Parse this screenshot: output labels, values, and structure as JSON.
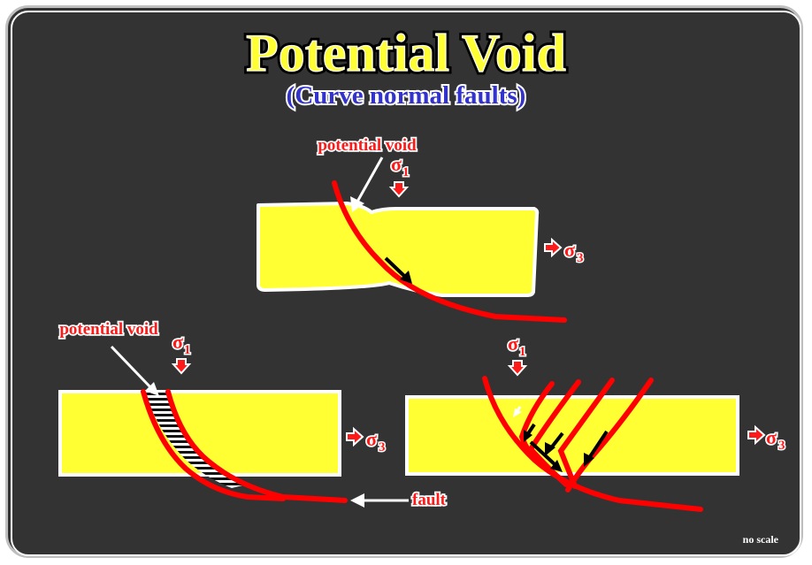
{
  "title": "Potential Void",
  "subtitle": "(Curve normal faults)",
  "labels": {
    "potential_void_top": "potential void",
    "potential_void_left": "potential void",
    "fault": "fault",
    "no_scale": "no scale"
  },
  "stress": {
    "sigma_symbol": "σ",
    "sub_1": "1",
    "sub_3": "3"
  },
  "colors": {
    "background": "#333333",
    "block_fill": "#ffff33",
    "fault_line": "#ff0000",
    "title_fill": "#ffff33",
    "subtitle_fill": "#3333cc",
    "label_fill": "#ff1a1a"
  }
}
